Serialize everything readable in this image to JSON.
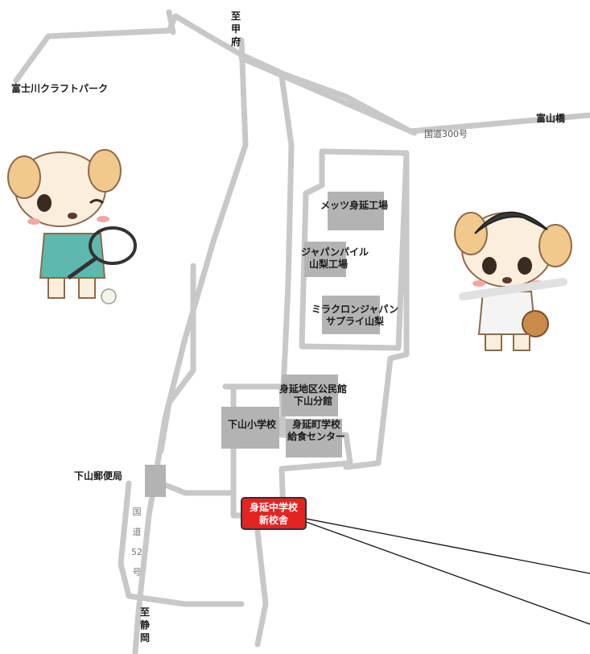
{
  "route_labels": {
    "north_to": "至甲府",
    "south_to": "至静岡",
    "route_300": "国道300号",
    "route_52": "国道52号"
  },
  "places": {
    "fuji_craft_park": "富士川クラフトパーク",
    "tomiyama_bridge": "富山橋",
    "metsu_factory": "メッツ身延工場",
    "japan_pile_line1": "ジャパンパイル",
    "japan_pile_line2": "山梨工場",
    "miraclon_line1": "ミラクロンジャパン",
    "miraclon_line2": "サプライ山梨",
    "community_hall_line1": "身延地区公民館",
    "community_hall_line2": "下山分館",
    "elementary_school": "下山小学校",
    "lunch_center_line1": "身延町学校",
    "lunch_center_line2": "給食センター",
    "post_office": "下山郵便局"
  },
  "highlight": {
    "line1": "身延中学校",
    "line2": "新校舎"
  },
  "colors": {
    "road": "#c8c8c8",
    "building": "#b3b3b3",
    "highlight": "#e52321"
  }
}
